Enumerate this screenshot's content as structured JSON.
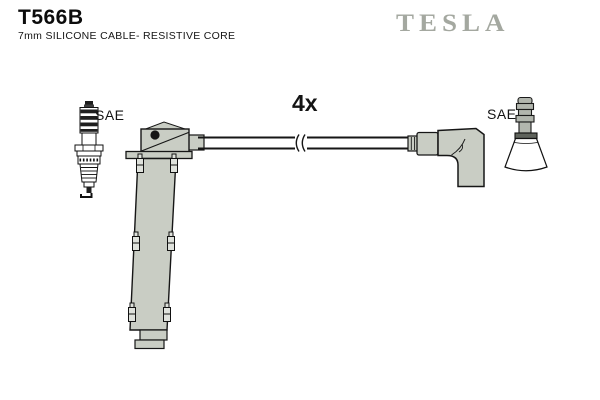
{
  "page": {
    "background": "#ffffff"
  },
  "header": {
    "part_number": "T566B",
    "description": "7mm SILICONE CABLE- RESISTIVE CORE",
    "brand": "TESLA",
    "brand_color": "#a4a8a0"
  },
  "diagram": {
    "quantity_label": "4x",
    "left_terminal_label": "SAE",
    "right_terminal_label": "SAE",
    "colors": {
      "boot_fill": "#c9cdc4",
      "outline": "#161616",
      "metal_gray": "#b2b6ae",
      "terminal_band_dark": "#5f635c",
      "clip_fill": "#dfe2dc"
    },
    "icons": {
      "left_plug": "spark-plug-icon",
      "left_boot": "straight-boot-icon",
      "cable": "ignition-cable-icon",
      "cable_break": "cable-break-icon",
      "right_boot": "elbow-boot-icon",
      "right_terminal": "plug-terminal-icon"
    }
  }
}
